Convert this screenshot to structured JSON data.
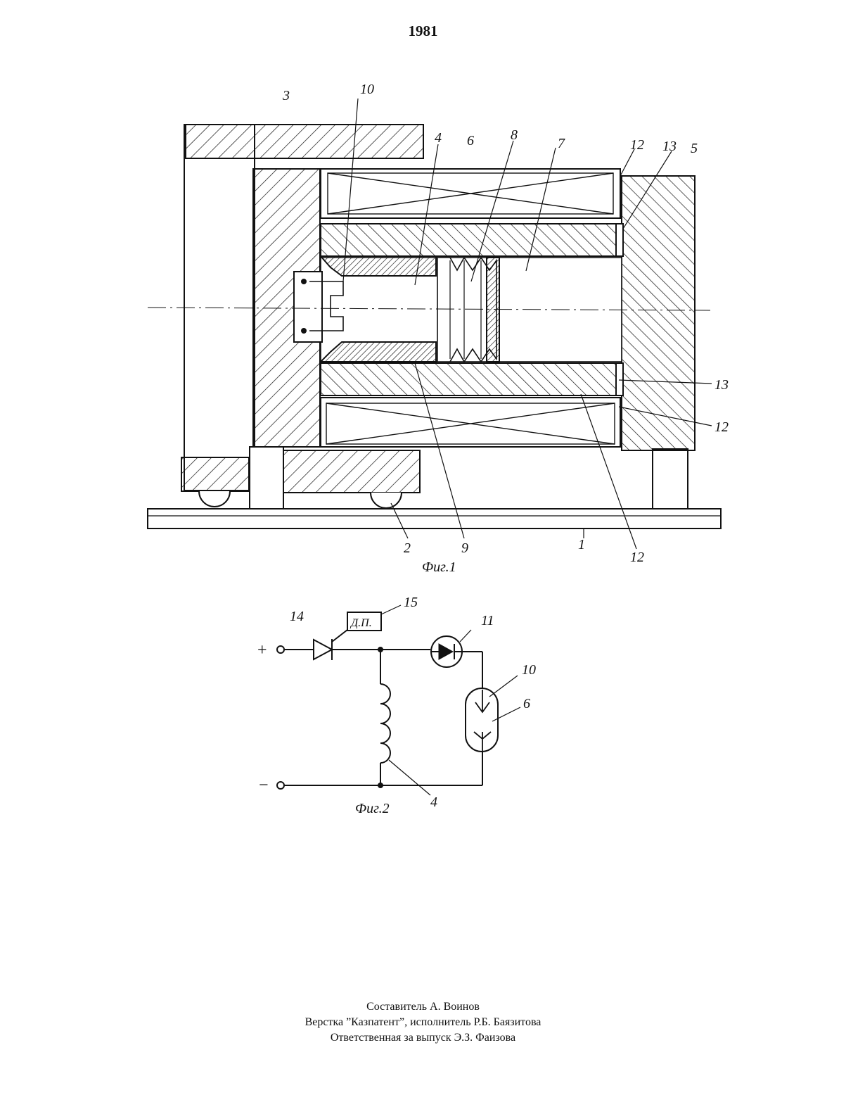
{
  "page_number": "1981",
  "figure1": {
    "caption": "Фиг.1",
    "labels": [
      "3",
      "10",
      "4",
      "6",
      "8",
      "7",
      "12",
      "13",
      "5",
      "13",
      "12",
      "2",
      "9",
      "1",
      "12"
    ]
  },
  "figure2": {
    "caption": "Фиг.2",
    "block_label": "Д.П.",
    "terminal_plus": "+",
    "terminal_minus": "−",
    "labels": [
      "14",
      "15",
      "11",
      "10",
      "6",
      "4"
    ]
  },
  "credits": {
    "line1": "Составитель А. Воинов",
    "line2": "Верстка ”Казпатент”, исполнитель Р.Б. Баязитова",
    "line3": "Ответственная за выпуск Э.З. Фаизова"
  }
}
